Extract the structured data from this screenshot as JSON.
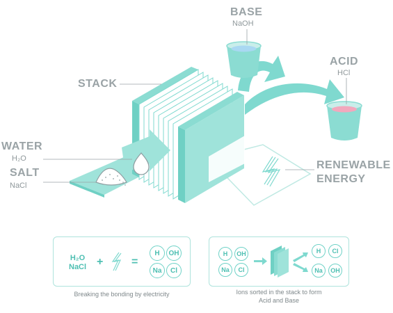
{
  "labels": {
    "base": "BASE",
    "base_formula": "NaOH",
    "acid": "ACID",
    "acid_formula": "HCl",
    "stack": "STACK",
    "water": "WATER",
    "water_formula": "H₂O",
    "salt": "SALT",
    "salt_formula": "NaCl",
    "renewable_line1": "RENEWABLE",
    "renewable_line2": "ENERGY"
  },
  "panel_left": {
    "formula_line1": "H₂O",
    "formula_line2": "NaCl",
    "plus": "+",
    "equals": "=",
    "ions": [
      "H",
      "OH",
      "Na",
      "Cl"
    ],
    "caption": "Breaking the bonding by electricity"
  },
  "panel_right": {
    "ions_in": [
      "H",
      "OH",
      "Na",
      "Cl"
    ],
    "ions_out_top": [
      "H",
      "Cl"
    ],
    "ions_out_bottom": [
      "Na",
      "OH"
    ],
    "caption_line1": "Ions sorted in the stack to form",
    "caption_line2": "Acid and Base"
  },
  "colors": {
    "teal": "#7fd9cf",
    "teal_dark": "#5cc9bd",
    "teal_light": "#c9eeea",
    "base_liquid": "#a9d8f2",
    "acid_liquid": "#f2a8bd",
    "label_gray": "#9aa3a6"
  },
  "icons": {
    "drop": "water-drop-icon",
    "salt_pile": "salt-pile-icon",
    "lightning": "lightning-bolt-icon",
    "arrow": "arrow-right-icon"
  }
}
